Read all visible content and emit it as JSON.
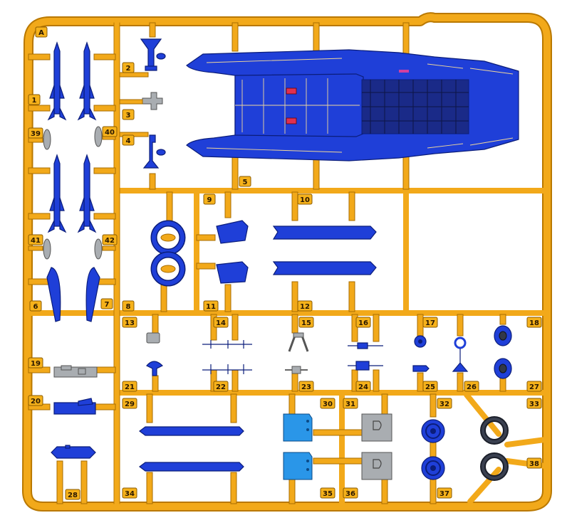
{
  "sprue": {
    "letter": "A",
    "part_numbers": [
      "1",
      "2",
      "3",
      "4",
      "5",
      "6",
      "7",
      "8",
      "9",
      "10",
      "11",
      "12",
      "13",
      "14",
      "15",
      "16",
      "17",
      "18",
      "19",
      "20",
      "21",
      "22",
      "23",
      "24",
      "25",
      "26",
      "27",
      "28",
      "29",
      "30",
      "31",
      "32",
      "33",
      "34",
      "35",
      "36",
      "37",
      "38",
      "39",
      "40",
      "41",
      "42"
    ]
  },
  "colors": {
    "frame": "#f2a91a",
    "parts_blue": "#1f3fd8",
    "parts_light_blue": "#2a96e8",
    "parts_grey": "#a9adb1",
    "parts_dark": "#323848",
    "panel_lines": "#f0d79a"
  }
}
